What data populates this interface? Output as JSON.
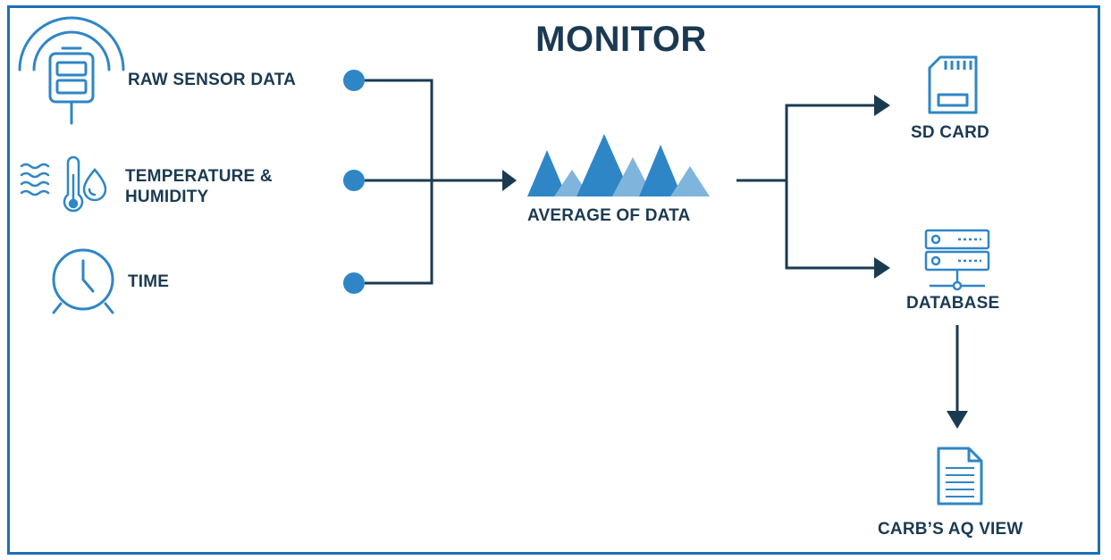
{
  "title": "MONITOR",
  "inputs": {
    "raw_sensor_data": "RAW SENSOR DATA",
    "temperature_line1": "TEMPERATURE &",
    "temperature_line2": "HUMIDITY",
    "time": "TIME"
  },
  "process": {
    "average": "AVERAGE OF DATA"
  },
  "outputs": {
    "sd_card": "SD CARD",
    "database": "DATABASE",
    "carb_view": "CARB’S AQ VIEW"
  },
  "icons": {
    "sensor": "sensor-device-icon",
    "temperature": "thermometer-humidity-icon",
    "time": "alarm-clock-icon",
    "average": "mountain-peaks-icon",
    "sd_card": "sd-card-icon",
    "database": "server-database-icon",
    "carb_view": "document-icon"
  },
  "colors": {
    "dark": "#1a3a52",
    "accent": "#2f86c6",
    "light": "#7fb5dd",
    "frame": "#1f6fb3"
  }
}
